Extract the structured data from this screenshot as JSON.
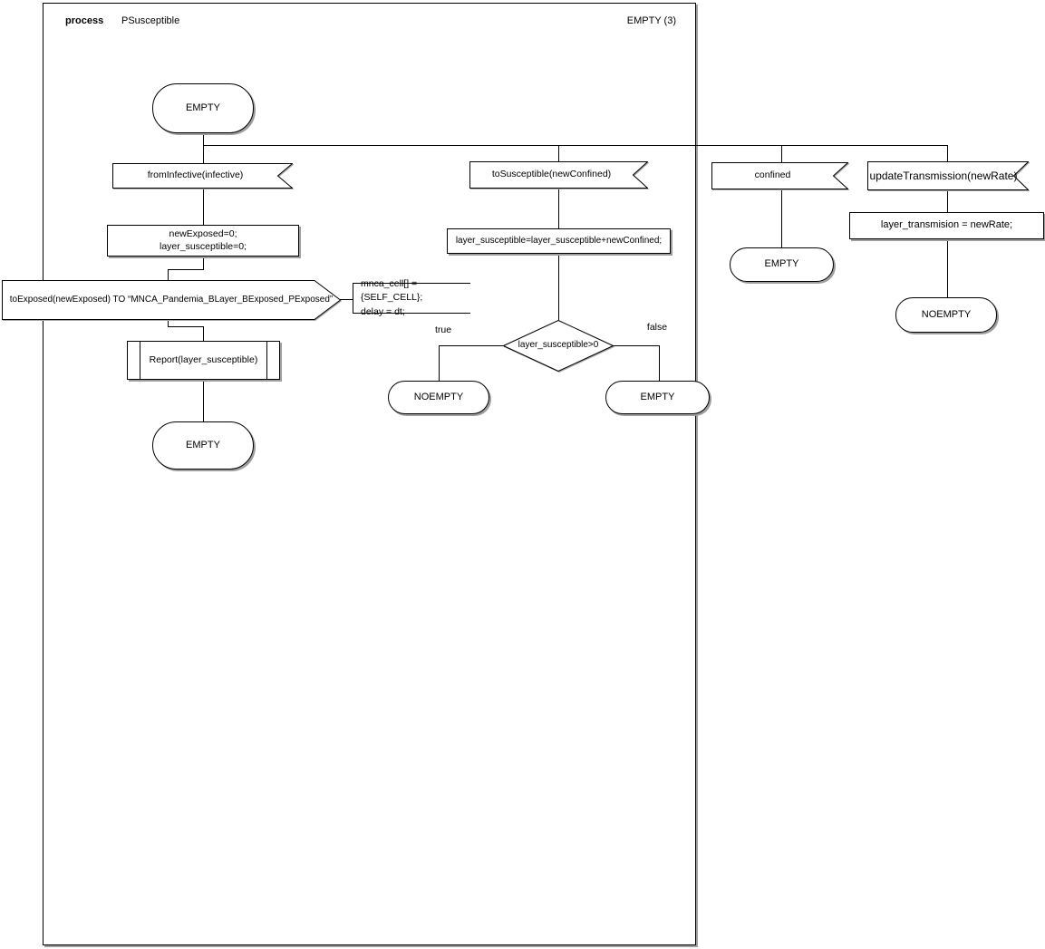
{
  "header": {
    "kind_label": "process",
    "process_name": "PSusceptible",
    "state_counter": "EMPTY (3)"
  },
  "colors": {
    "stroke": "#000000",
    "fill": "#ffffff",
    "shadow": "#9e9e9e"
  },
  "diagram": {
    "start_state": "EMPTY",
    "branch_from_infective": {
      "input": "fromInfective(infective)",
      "task_lines": [
        "newExposed=0;",
        "layer_susceptible=0;"
      ],
      "output": "toExposed(newExposed) TO “MNCA_Pandemia_BLayer_BExposed_PExposed”",
      "comment_lines": [
        "mnca_cell[] = {SELF_CELL};",
        "delay = dt;"
      ],
      "procedure": "Report(layer_susceptible)",
      "next_state": "EMPTY"
    },
    "branch_to_susceptible": {
      "input": "toSusceptible(newConfined)",
      "task": "layer_susceptible=layer_susceptible+newConfined;",
      "decision": "layer_susceptible>0",
      "true_label": "true",
      "false_label": "false",
      "true_state": "NOEMPTY",
      "false_state": "EMPTY"
    },
    "branch_confined": {
      "input": "confined",
      "next_state": "EMPTY"
    },
    "branch_update_transmission": {
      "input": "updateTransmission(newRate)",
      "task": "layer_transmision = newRate;",
      "next_state": "NOEMPTY"
    }
  }
}
